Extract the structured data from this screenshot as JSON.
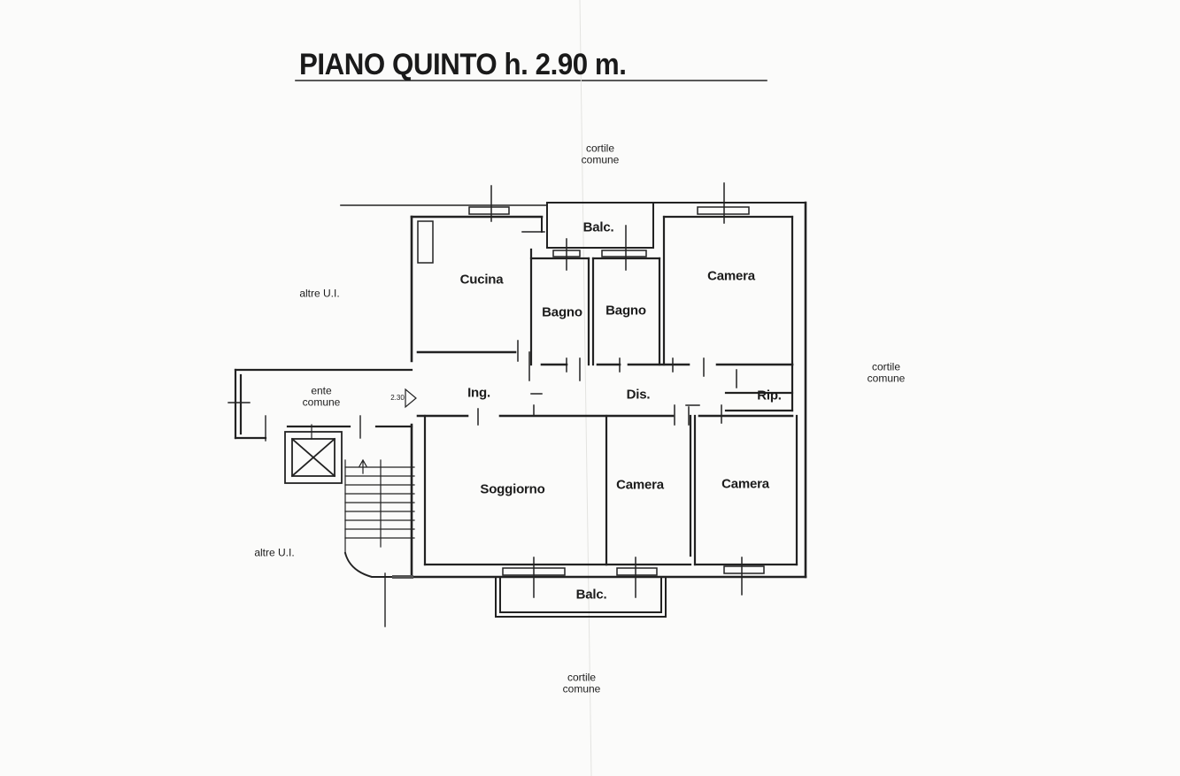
{
  "title": "PIANO QUINTO h. 2.90 m.",
  "rooms": {
    "cucina": "Cucina",
    "bagno_1": "Bagno",
    "bagno_2": "Bagno",
    "camera_1": "Camera",
    "camera_2": "Camera",
    "camera_3": "Camera",
    "soggiorno": "Soggiorno",
    "ingresso": "Ing.",
    "disimpegno": "Dis.",
    "ripostiglio": "Rip.",
    "balcone_top": "Balc.",
    "balcone_bottom": "Balc."
  },
  "surroundings": {
    "cortile_top_1": "cortile",
    "cortile_top_2": "comune",
    "cortile_right_1": "cortile",
    "cortile_right_2": "comune",
    "cortile_bottom_1": "cortile",
    "cortile_bottom_2": "comune",
    "altre_ui_upper": "altre U.I.",
    "altre_ui_lower": "altre U.I.",
    "ente_1": "ente",
    "ente_2": "comune"
  },
  "door_height": "2.30"
}
